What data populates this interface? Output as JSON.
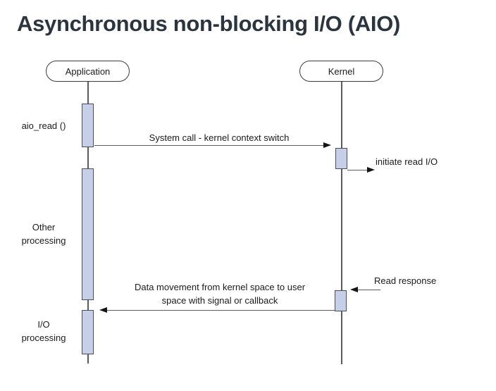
{
  "title": "Asynchronous non-blocking I/O (AIO)",
  "colors": {
    "background": "#ffffff",
    "title_text": "#2b3540",
    "diagram_line": "#5c5c5c",
    "activation_fill": "#c5cfe8",
    "activation_border": "#4a4f57",
    "label_text": "#1b1b1b",
    "arrowhead": "#151515"
  },
  "diagram": {
    "actors": [
      {
        "id": "application",
        "label": "Application"
      },
      {
        "id": "kernel",
        "label": "Kernel"
      }
    ],
    "lifeline_labels": {
      "aio_read": "aio_read ()",
      "other_processing": "Other\nprocessing",
      "io_processing": "I/O\nprocessing"
    },
    "messages": {
      "system_call": "System call - kernel context switch",
      "initiate_read": "initiate read I/O",
      "read_response": "Read response",
      "data_movement": "Data movement from kernel space to user\nspace with signal or callback"
    }
  }
}
